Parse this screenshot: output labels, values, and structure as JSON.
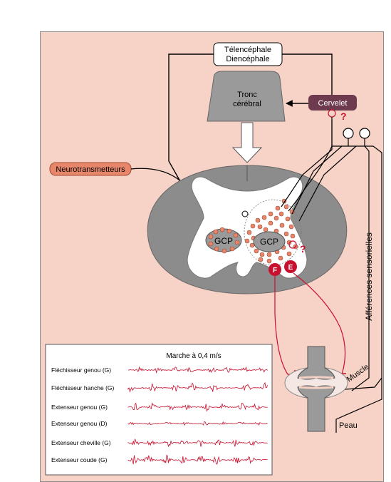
{
  "labels": {
    "telencephale": "Télencéphale",
    "diencephale": "Diencéphale",
    "tronc_line1": "Tronc",
    "tronc_line2": "cérébral",
    "cervelet": "Cervelet",
    "neurotransmetteurs": "Neurotransmetteurs",
    "gcp_left": "GCP",
    "gcp_right": "GCP",
    "flexor_marker": "F",
    "extensor_marker": "E",
    "question": "?",
    "afferences": "Afférences sensorielles",
    "muscle": "Muscle",
    "peau": "Peau"
  },
  "emg": {
    "title": "Marche à 0,4 m/s",
    "traces": [
      "Fléchisseur genou (G)",
      "Fléchisseur hanche (G)",
      "Extenseur genou (G)",
      "Extenseur genou (D)",
      "Extenseur cheville (G)",
      "Extenseur coude (G)"
    ]
  },
  "colors": {
    "background": "#f7d3c7",
    "gray_matter": "#8c8c8c",
    "neuron": "#e8866c",
    "red": "#c8102e",
    "cervelet": "#6d3a4e",
    "tronc": "#9a9a9a"
  }
}
